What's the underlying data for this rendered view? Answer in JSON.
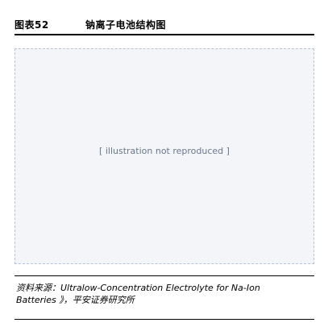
{
  "header": {
    "figure_label": "图表52",
    "title": "钠离子电池结构图"
  },
  "figure": {
    "note": "[ illustration not reproduced ]"
  },
  "source": {
    "line1": "资料来源：Ultralow-Concentration Electrolyte for Na-Ion",
    "line2": "Batteries 》，平安证券研究所"
  }
}
